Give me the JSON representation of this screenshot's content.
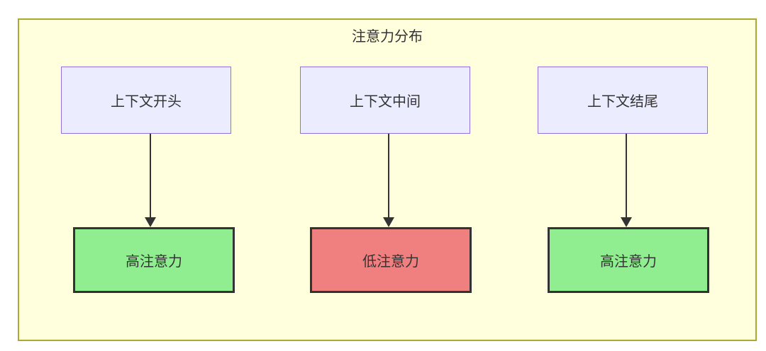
{
  "diagram": {
    "title": "注意力分布",
    "colors": {
      "container_bg": "#ffffde",
      "container_border": "#aaaa33",
      "context_box_bg": "#ececff",
      "context_box_border": "#9370db",
      "high_attention_bg": "#90ee90",
      "low_attention_bg": "#f08080",
      "attention_box_border": "#333333",
      "arrow_color": "#333333",
      "text_color": "#333333"
    },
    "columns": [
      {
        "source": "上下文开头",
        "target": "高注意力",
        "target_type": "high"
      },
      {
        "source": "上下文中间",
        "target": "低注意力",
        "target_type": "low"
      },
      {
        "source": "上下文结尾",
        "target": "高注意力",
        "target_type": "high"
      }
    ]
  }
}
